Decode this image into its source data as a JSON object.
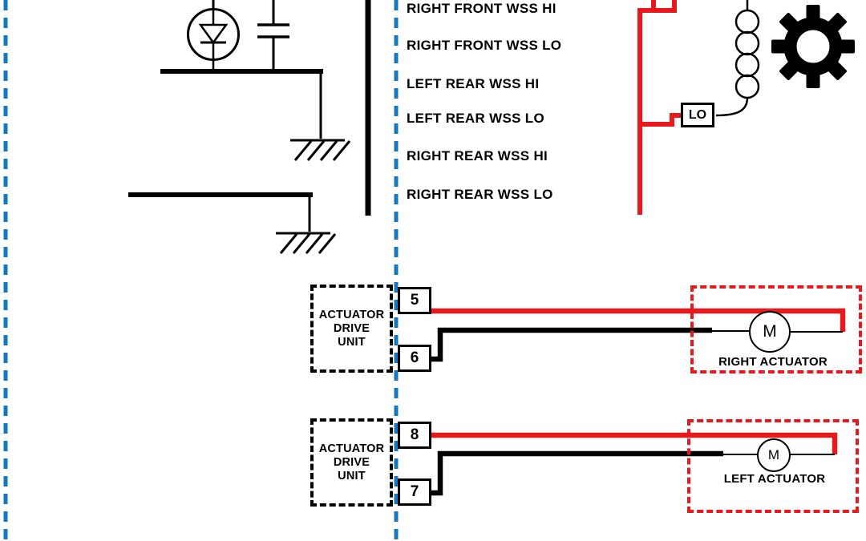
{
  "colors": {
    "wire_red": "#e8191c",
    "guide_blue": "#1578be",
    "wire_black": "#000000"
  },
  "wss_connector": {
    "labels": [
      "RIGHT FRONT WSS HI",
      "RIGHT FRONT WSS LO",
      "LEFT REAR WSS HI",
      "LEFT REAR WSS LO",
      "RIGHT REAR WSS HI",
      "RIGHT REAR WSS LO"
    ]
  },
  "solenoid": {
    "lo_label": "LO"
  },
  "actuator_circuits": [
    {
      "unit_lines": [
        "ACTUATOR",
        "DRIVE",
        "UNIT"
      ],
      "pin_top": "5",
      "pin_bottom": "6",
      "motor_label": "M",
      "actuator_label": "RIGHT ACTUATOR"
    },
    {
      "unit_lines": [
        "ACTUATOR",
        "DRIVE",
        "UNIT"
      ],
      "pin_top": "8",
      "pin_bottom": "7",
      "motor_label": "M",
      "actuator_label": "LEFT ACTUATOR"
    }
  ]
}
